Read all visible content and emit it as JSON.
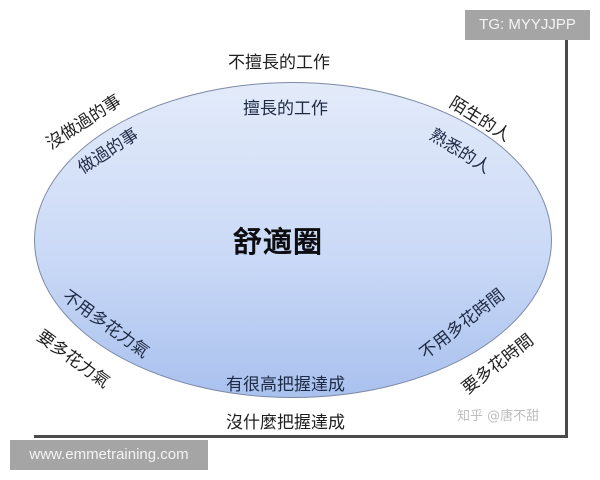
{
  "diagram": {
    "title": "舒適圈",
    "colors": {
      "ellipse_top": "#e3ebfa",
      "ellipse_bottom": "#a9c1ee",
      "ellipse_border": "#7d8aa6",
      "badge_bg": "#a5a5a5"
    },
    "pairs": [
      {
        "position": "top",
        "inside": "擅長的工作",
        "outside": "不擅長的工作"
      },
      {
        "position": "top-left",
        "inside": "做過的事",
        "outside": "沒做過的事"
      },
      {
        "position": "top-right",
        "inside": "熟悉的人",
        "outside": "陌生的人"
      },
      {
        "position": "bottom-left",
        "inside": "不用多花力氣",
        "outside": "要多花力氣"
      },
      {
        "position": "bottom-right",
        "inside": "不用多花時間",
        "outside": "要多花時間"
      },
      {
        "position": "bottom",
        "inside": "有很高把握達成",
        "outside": "沒什麼把握達成"
      }
    ]
  },
  "watermarks": {
    "tg": "TG: MYYJJPP",
    "site": "www.emmetraining.com",
    "zhihu": "知乎 @唐不甜"
  }
}
